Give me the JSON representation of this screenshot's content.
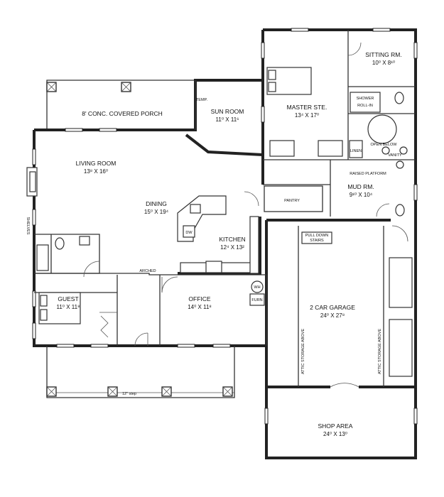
{
  "rooms": {
    "sitting_rm": {
      "name": "SITTING RM.",
      "dims": "10⁰ X 8¹⁰"
    },
    "master_ste": {
      "name": "MASTER STE.",
      "dims": "13⁴ X 17⁰"
    },
    "sun_room": {
      "name": "SUN ROOM",
      "dims": "11⁰ X 11⁶"
    },
    "living_room": {
      "name": "LIVING ROOM",
      "dims": "13⁸ X 16⁰"
    },
    "dining": {
      "name": "DINING",
      "dims": "15⁰ X 19⁴"
    },
    "kitchen": {
      "name": "KITCHEN",
      "dims": "12⁴ X 13²"
    },
    "mud_rm": {
      "name": "MUD RM.",
      "dims": "9¹⁰ X 10⁴"
    },
    "garage": {
      "name": "2 CAR GARAGE",
      "dims": "24⁰ X 27⁸"
    },
    "guest": {
      "name": "GUEST",
      "dims": "11⁰ X 11⁸"
    },
    "office": {
      "name": "OFFICE",
      "dims": "14⁰ X 11⁸"
    },
    "shop_area": {
      "name": "SHOP AREA",
      "dims": "24⁰ X 13⁰"
    }
  },
  "notes": {
    "covered_porch": "8' CONC. COVERED PORCH",
    "temp": "TEMP.",
    "pantry": "PANTRY",
    "shelves": "SHELVES",
    "arched": "ARCHED",
    "shower": "SHOWER",
    "roll_in": "ROLL-IN",
    "open_below": "OPEN BELOW",
    "linen": "LINEN",
    "vanity": "VANITY",
    "raised_platform": "RAISED PLATFORM",
    "pull_down": "PULL DOWN",
    "stairs": "STAIRS",
    "attic_left": "ATTIC STORAGE ABOVE",
    "attic_right": "ATTIC STORAGE ABOVE",
    "dw": "DW",
    "wh": "WH",
    "furn": "FURN",
    "step": "12\" step"
  }
}
